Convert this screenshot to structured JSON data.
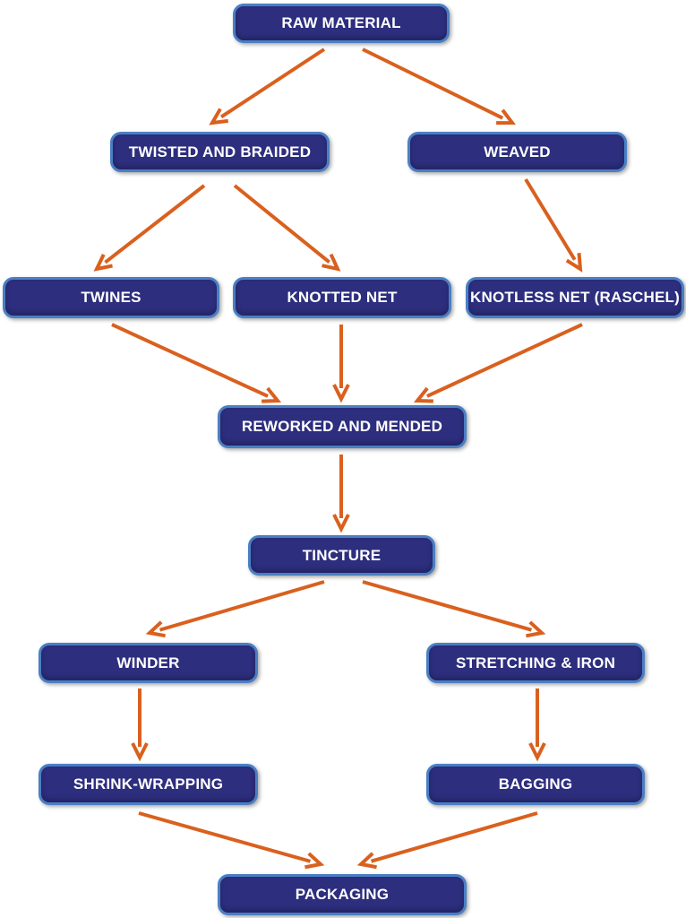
{
  "colors": {
    "node_fill": "#2d2e7e",
    "node_border": "#4a7fc4",
    "node_text": "#ffffff",
    "arrow": "#d9601e",
    "background": "#ffffff"
  },
  "nodes": {
    "raw_material": "RAW MATERIAL",
    "twisted_and_braided": "TWISTED AND BRAIDED",
    "weaved": "WEAVED",
    "twines": "TWINES",
    "knotted_net": "KNOTTED NET",
    "knotless_net": "KNOTLESS NET (RASCHEL)",
    "reworked_and_mended": "REWORKED AND MENDED",
    "tincture": "TINCTURE",
    "winder": "WINDER",
    "stretching_and_iron": "STRETCHING & IRON",
    "shrink_wrapping": "SHRINK-WRAPPING",
    "bagging": "BAGGING",
    "packaging": "PACKAGING"
  },
  "edges": [
    {
      "from": "raw_material",
      "to": "twisted_and_braided"
    },
    {
      "from": "raw_material",
      "to": "weaved"
    },
    {
      "from": "twisted_and_braided",
      "to": "twines"
    },
    {
      "from": "twisted_and_braided",
      "to": "knotted_net"
    },
    {
      "from": "weaved",
      "to": "knotless_net"
    },
    {
      "from": "twines",
      "to": "reworked_and_mended"
    },
    {
      "from": "knotted_net",
      "to": "reworked_and_mended"
    },
    {
      "from": "knotless_net",
      "to": "reworked_and_mended"
    },
    {
      "from": "reworked_and_mended",
      "to": "tincture"
    },
    {
      "from": "tincture",
      "to": "winder"
    },
    {
      "from": "tincture",
      "to": "stretching_and_iron"
    },
    {
      "from": "winder",
      "to": "shrink_wrapping"
    },
    {
      "from": "stretching_and_iron",
      "to": "bagging"
    },
    {
      "from": "shrink_wrapping",
      "to": "packaging"
    },
    {
      "from": "bagging",
      "to": "packaging"
    }
  ]
}
